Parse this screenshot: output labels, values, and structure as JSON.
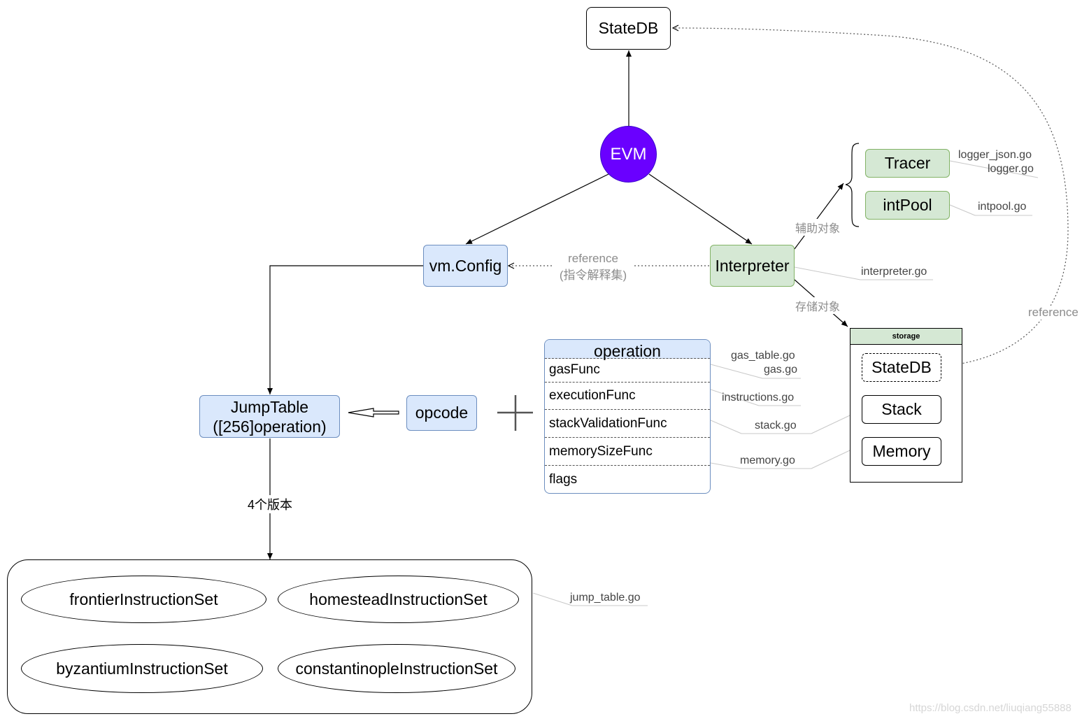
{
  "nodes": {
    "statedb_top": "StateDB",
    "evm": "EVM",
    "vm_config": "vm.Config",
    "interpreter": "Interpreter",
    "tracer": "Tracer",
    "intpool": "intPool",
    "jumptable_line1": "JumpTable",
    "jumptable_line2": "([256]operation)",
    "opcode": "opcode"
  },
  "storage": {
    "title": "storage",
    "items": [
      "StateDB",
      "Stack",
      "Memory"
    ]
  },
  "operation": {
    "title": "operation",
    "fields": [
      "gasFunc",
      "executionFunc",
      "stackValidationFunc",
      "memorySizeFunc",
      "flags"
    ]
  },
  "instruction_sets": [
    "frontierInstructionSet",
    "homesteadInstructionSet",
    "byzantiumInstructionSet",
    "constantinopleInstructionSet"
  ],
  "edge_labels": {
    "reference_line1": "reference",
    "reference_line2": "(指令解释集)",
    "helper_objects": "辅助对象",
    "storage_objects": "存储对象",
    "reference_right": "reference",
    "versions": "4个版本"
  },
  "files": {
    "logger_json": "logger_json.go",
    "logger": "logger.go",
    "intpool": "intpool.go",
    "interpreter": "interpreter.go",
    "gas_table": "gas_table.go",
    "gas": "gas.go",
    "instructions": "instructions.go",
    "stack": "stack.go",
    "memory": "memory.go",
    "jump_table": "jump_table.go"
  },
  "watermark": "https://blog.csdn.net/liuqiang55888",
  "colors": {
    "evm_fill": "#6a00ff",
    "blue_fill": "#dae8fc",
    "blue_stroke": "#6c8ebf",
    "green_fill": "#d5e8d4",
    "green_stroke": "#82b366",
    "storage_header": "#d5e8d4"
  }
}
